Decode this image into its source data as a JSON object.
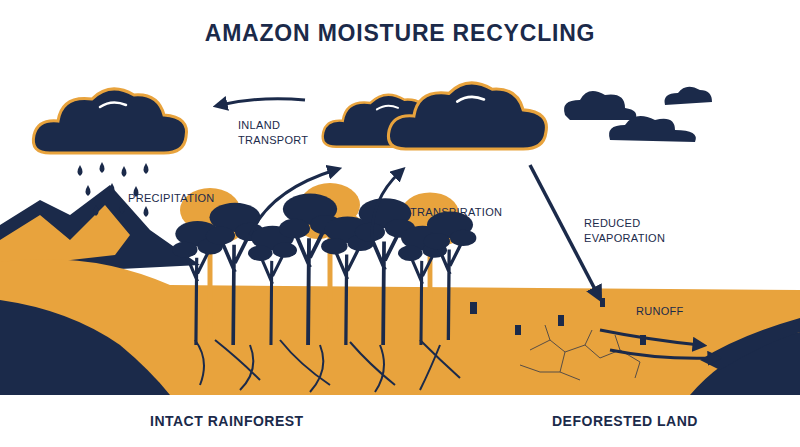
{
  "diagram": {
    "title": "AMAZON MOISTURE RECYCLING",
    "labels": [
      "INLAND TRANSPORT",
      "PRECIPITATION",
      "TRANSPIRATION",
      "REDUCED EVAPORATION",
      "RUNOFF",
      "INTACT RAINFOREST",
      "DEFORESTED LAND"
    ]
  }
}
